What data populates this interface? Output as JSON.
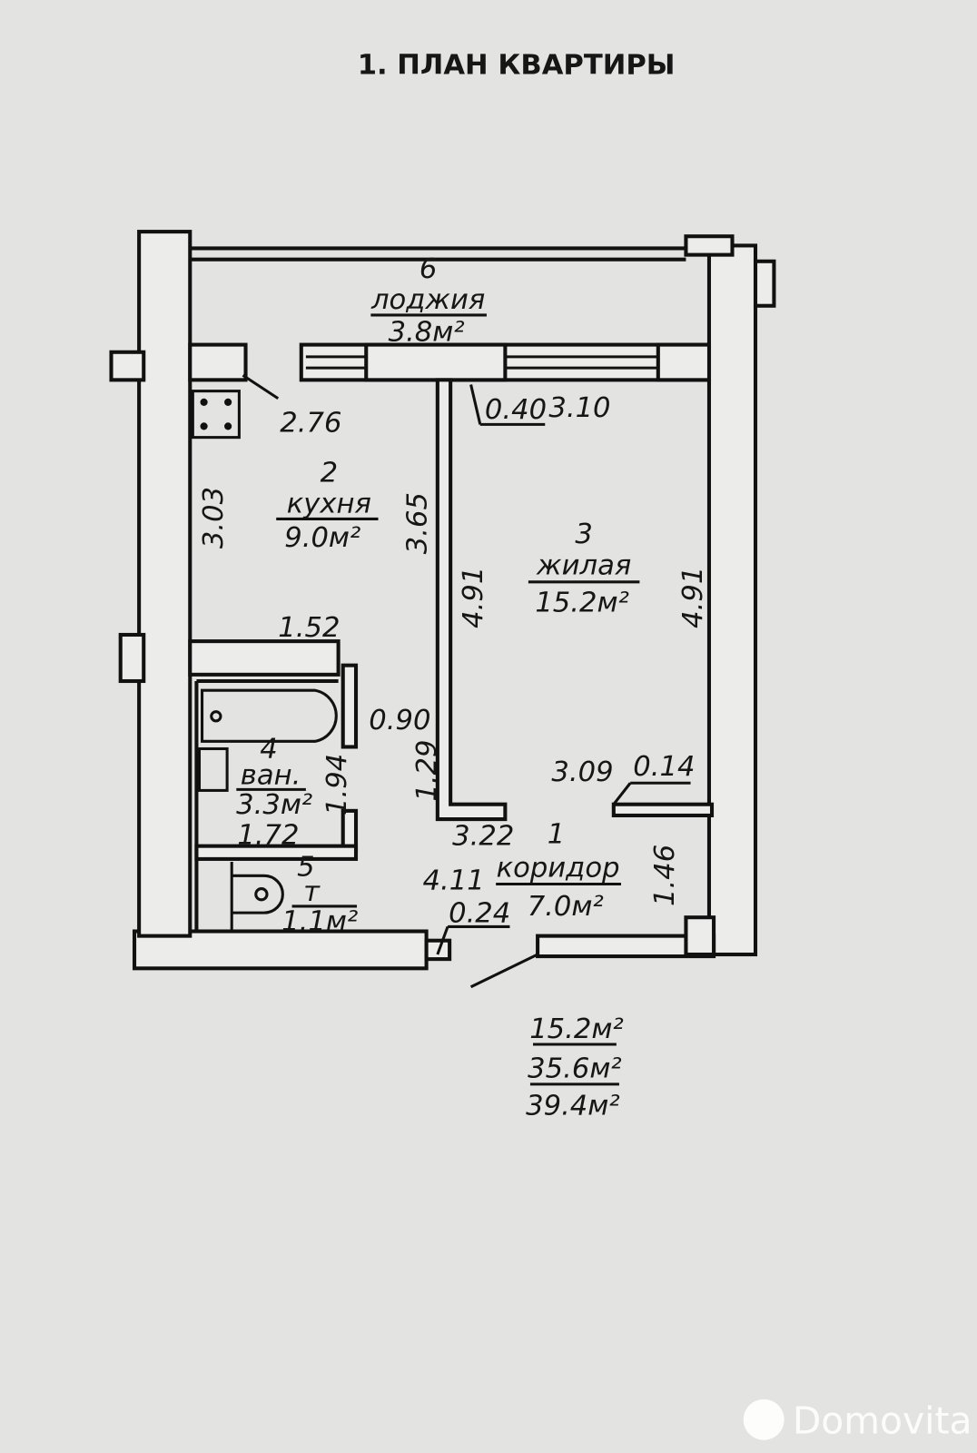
{
  "title": "1. ПЛАН КВАРТИРЫ",
  "rooms": [
    {
      "number": "6",
      "name": "лоджия",
      "area": "3.8м²"
    },
    {
      "number": "2",
      "name": "кухня",
      "area": "9.0м²"
    },
    {
      "number": "3",
      "name": "жилая",
      "area": "15.2м²"
    },
    {
      "number": "4",
      "name": "ван.",
      "area": "3.3м²"
    },
    {
      "number": "5",
      "name": "т",
      "area": "1.1м²"
    },
    {
      "number": "1",
      "name": "коридор",
      "area": "7.0м²"
    }
  ],
  "dimensions": {
    "kitchen_width": "2.76",
    "kitchen_left": "3.03",
    "kitchen_right": "3.65",
    "kitchen_bottom": "1.52",
    "pier": "0.40",
    "living_width_top": "3.10",
    "living_left": "4.91",
    "living_right": "4.91",
    "living_width_bottom": "3.09",
    "living_stub": "0.14",
    "bath_width": "0.90",
    "bath_height": "1.94",
    "bath_bottom": "1.72",
    "corridor_left": "1.29",
    "corridor_top": "3.22",
    "corridor_length": "4.11",
    "corridor_niche": "0.24",
    "corridor_right": "1.46"
  },
  "totals": {
    "living": "15.2м²",
    "total": "35.6м²",
    "total_with_loggia": "39.4м²"
  },
  "watermark": "Domovita"
}
